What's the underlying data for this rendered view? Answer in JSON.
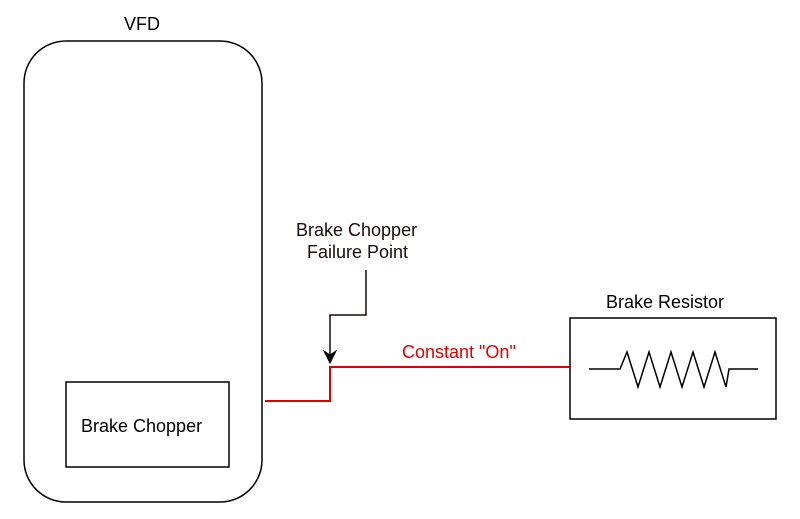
{
  "vfd": {
    "label": "VFD"
  },
  "brake_chopper": {
    "label": "Brake Chopper"
  },
  "failure_point": {
    "line1": "Brake Chopper",
    "line2": "Failure Point"
  },
  "wire": {
    "label": "Constant \"On\"",
    "color": "#e00000"
  },
  "brake_resistor": {
    "label": "Brake Resistor"
  },
  "colors": {
    "stroke": "#000000",
    "annotation": "#1a0a0a",
    "wire": "#e00000"
  }
}
